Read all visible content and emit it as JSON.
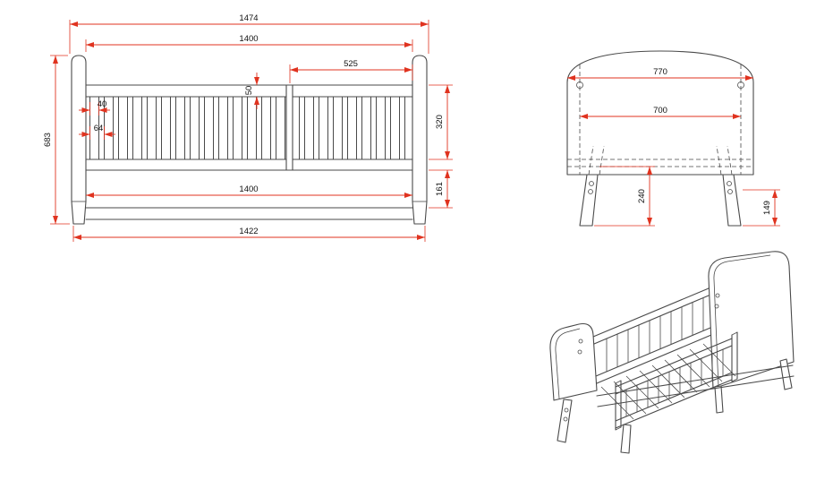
{
  "drawing": {
    "background": "#ffffff",
    "colors": {
      "line": "#4a4a4a",
      "dimension": "#e0331f",
      "text": "#111111"
    },
    "front_view": {
      "dims": {
        "overall_width": "1474",
        "inner_width": "1400",
        "rail_length": "525",
        "rail_height": "50",
        "slat_width": "40",
        "slat_pitch": "64",
        "overall_height": "683",
        "barrier_height": "320",
        "base_gap": "161",
        "inner_width_bottom": "1400",
        "footprint_width": "1422"
      }
    },
    "end_view": {
      "dims": {
        "panel_width": "770",
        "inner_width": "700",
        "leg_height": "240",
        "floor_clearance": "149"
      }
    }
  }
}
